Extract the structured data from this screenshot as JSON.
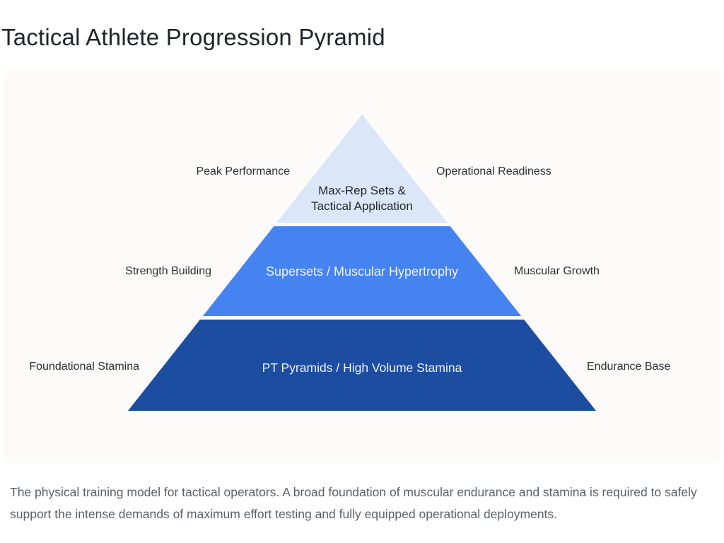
{
  "page": {
    "title": "Tactical Athlete Progression Pyramid",
    "caption": "The physical training model for tactical operators. A broad foundation of muscular endurance and stamina is required to safely support the intense demands of maximum effort testing and fully equipped operational deployments."
  },
  "pyramid": {
    "tiers": [
      {
        "name": "peak-tier",
        "label": "Max-Rep Sets &\nTactical Application",
        "left_label": "Peak Performance",
        "right_label": "Operational Readiness",
        "fill_color": "#dbe6f8",
        "text_color": "#23262b"
      },
      {
        "name": "middle-tier",
        "label": "Supersets / Muscular Hypertrophy",
        "left_label": "Strength Building",
        "right_label": "Muscular Growth",
        "fill_color": "#4583f0",
        "text_color": "#eef3fb"
      },
      {
        "name": "base-tier",
        "label": "PT Pyramids / High Volume Stamina",
        "left_label": "Foundational Stamina",
        "right_label": "Endurance Base",
        "fill_color": "#1c4da1",
        "text_color": "#eef3fb"
      }
    ]
  }
}
